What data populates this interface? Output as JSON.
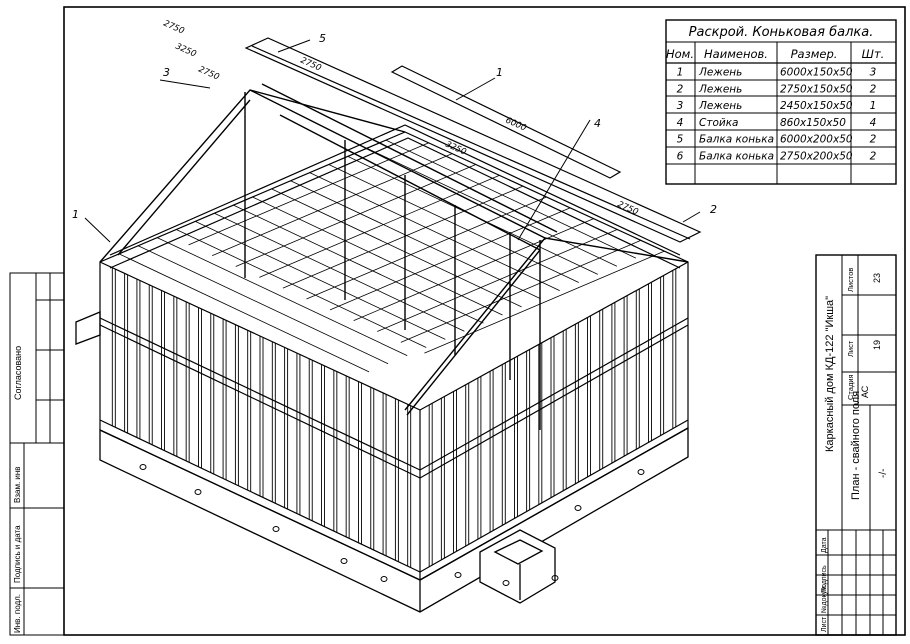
{
  "spec_table": {
    "title": "Раскрой. Коньковая балка.",
    "headers": [
      "Ном.",
      "Наименов.",
      "Размер.",
      "Шт."
    ],
    "rows": [
      [
        "1",
        "Лежень",
        "6000х150х50",
        "3"
      ],
      [
        "2",
        "Лежень",
        "2750х150х50",
        "2"
      ],
      [
        "3",
        "Лежень",
        "2450х150х50",
        "1"
      ],
      [
        "4",
        "Стойка",
        "860х150х50",
        "4"
      ],
      [
        "5",
        "Балка конька",
        "6000х200х50",
        "2"
      ],
      [
        "6",
        "Балка конька",
        "2750х200х50",
        "2"
      ]
    ]
  },
  "dimensions": [
    "2750",
    "3250",
    "2750",
    "2750",
    "6000",
    "2750",
    "3250"
  ],
  "callouts": [
    "1",
    "2",
    "3",
    "4",
    "5",
    "1"
  ],
  "title_block": {
    "project": "Каркасный дом КД-122 \"Икша\"",
    "sheet_title": "План - свайного поля",
    "stage_label": "Стадия",
    "stage_value": "АС",
    "sheet_label": "Лист",
    "sheet_value": "19",
    "sheets_label": "Листов",
    "sheets_value": "23",
    "scale": "-/-",
    "bottom_labels": [
      "Лист",
      "№докум.",
      "Подпись",
      "Дата"
    ]
  },
  "left_stamp": {
    "agreed": "Согласовано",
    "labels": [
      "Взам. инв",
      "Подпись и дата",
      "Инв. подл."
    ]
  }
}
